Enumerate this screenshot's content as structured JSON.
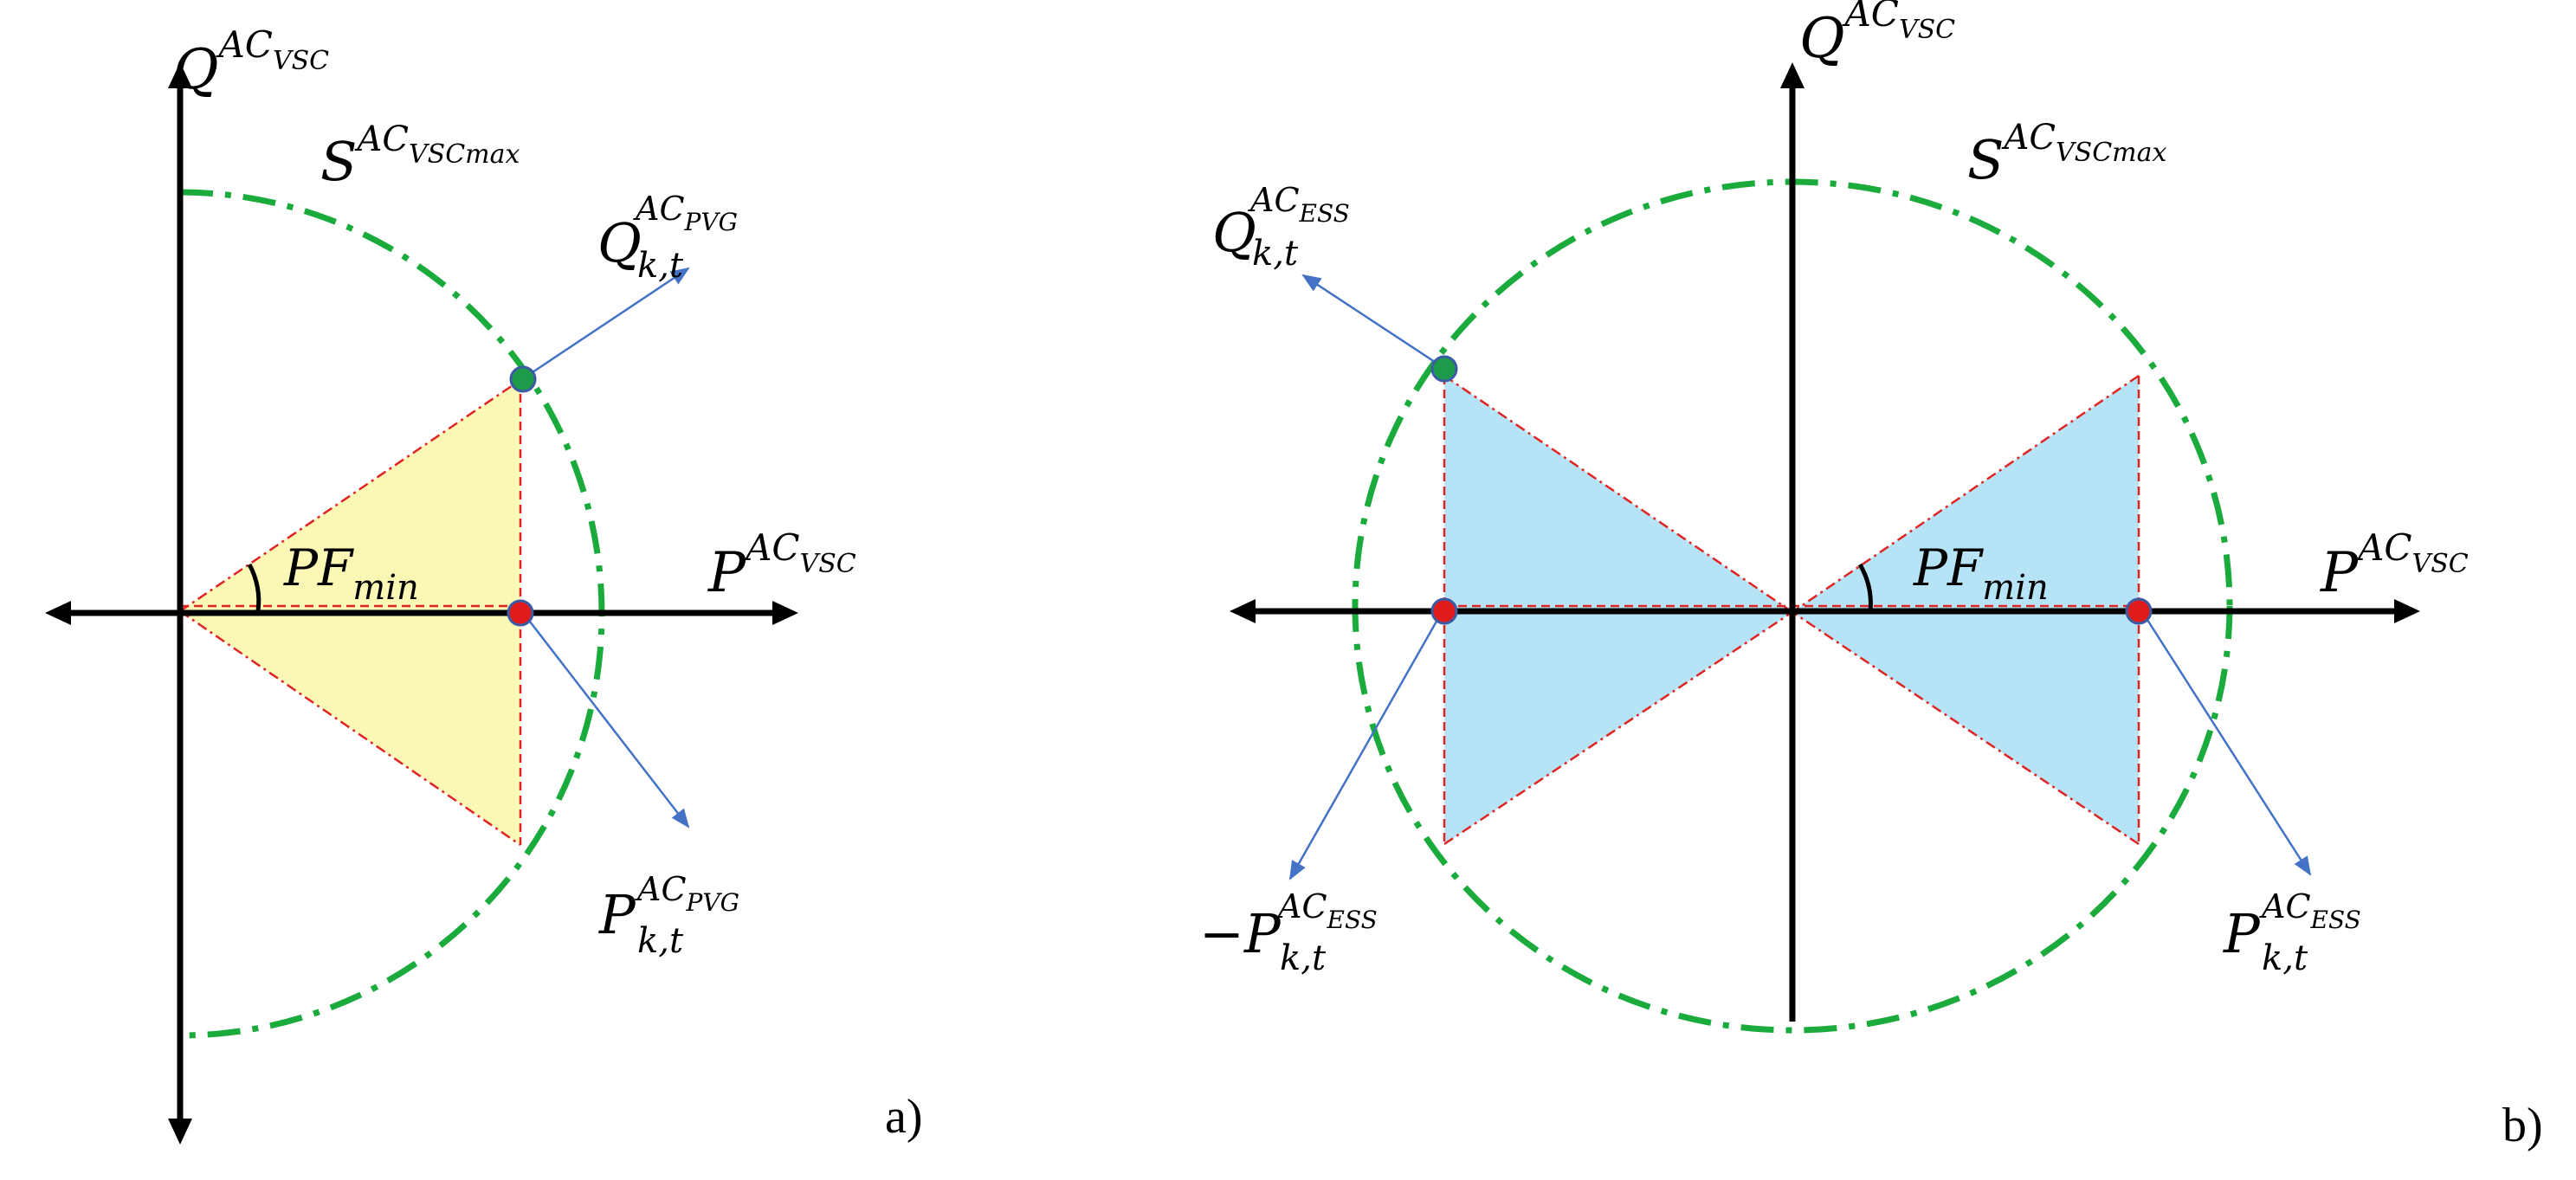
{
  "colors": {
    "axis": "#000000",
    "circle": "#1aab3c",
    "triangle_edge": "#e02424",
    "fill_a": "#fbf8b6",
    "fill_b": "#b6e3f5",
    "arrow": "#4472c4",
    "dot_red": "#e01b1b",
    "dot_green": "#1e9b4a",
    "dot_edge": "#3b5ba5"
  },
  "panels": [
    {
      "id": "a",
      "tag": "a)",
      "q_label": {
        "base": "Q",
        "sup": "AC",
        "subsup": "VSC"
      },
      "p_label": {
        "base": "P",
        "sup": "AC",
        "subsup": "VSC"
      },
      "s_label": {
        "base": "S",
        "sup": "AC",
        "subsup": "VSCmax"
      },
      "angle_label": {
        "base": "PF",
        "sub": "min"
      },
      "q_point_label": {
        "base": "Q",
        "sup": "AC",
        "subsup": "PVG",
        "sub": "k,t"
      },
      "p_point_label": {
        "base": "P",
        "sup": "AC",
        "subsup": "PVG",
        "sub": "k,t"
      }
    },
    {
      "id": "b",
      "tag": "b)",
      "q_label": {
        "base": "Q",
        "sup": "AC",
        "subsup": "VSC"
      },
      "p_label": {
        "base": "P",
        "sup": "AC",
        "subsup": "VSC"
      },
      "s_label": {
        "base": "S",
        "sup": "AC",
        "subsup": "VSCmax"
      },
      "angle_label": {
        "base": "PF",
        "sub": "min"
      },
      "q_point_label": {
        "base": "Q",
        "sup": "AC",
        "subsup": "ESS",
        "sub": "k,t"
      },
      "p_point_label": {
        "base": "P",
        "sup": "AC",
        "subsup": "ESS",
        "sub": "k,t"
      },
      "neg_p_point_label": {
        "base": "−P",
        "sup": "AC",
        "subsup": "ESS",
        "sub": "k,t"
      }
    }
  ]
}
